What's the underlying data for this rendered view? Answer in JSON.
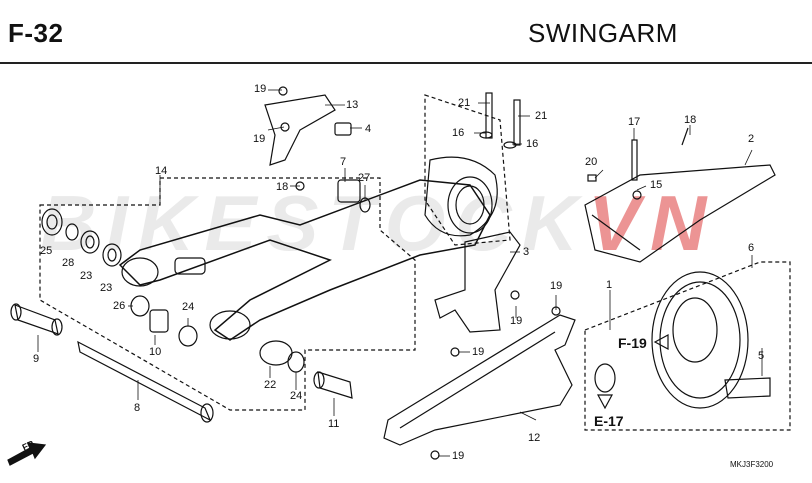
{
  "header": {
    "code": "F-32",
    "title": "SWINGARM"
  },
  "watermark": {
    "text_gray": "BIKESTOCK",
    "text_red": "VN"
  },
  "callouts": {
    "c1": "1",
    "c2": "2",
    "c3": "3",
    "c4": "4",
    "c5": "5",
    "c6": "6",
    "c7": "7",
    "c8": "8",
    "c9": "9",
    "c10": "10",
    "c11": "11",
    "c12": "12",
    "c13": "13",
    "c14": "14",
    "c15": "15",
    "c16a": "16",
    "c16b": "16",
    "c17": "17",
    "c18a": "18",
    "c18b": "18",
    "c19a": "19",
    "c19b": "19",
    "c19c": "19",
    "c19d": "19",
    "c19e": "19",
    "c19f": "19",
    "c20": "20",
    "c21a": "21",
    "c21b": "21",
    "c22": "22",
    "c23a": "23",
    "c23b": "23",
    "c24a": "24",
    "c24b": "24",
    "c25": "25",
    "c26": "26",
    "c27": "27",
    "c28": "28"
  },
  "refs": {
    "f19": "F-19",
    "e17": "E-17"
  },
  "direction": "FR.",
  "diagram_code": "MKJ3F3200"
}
